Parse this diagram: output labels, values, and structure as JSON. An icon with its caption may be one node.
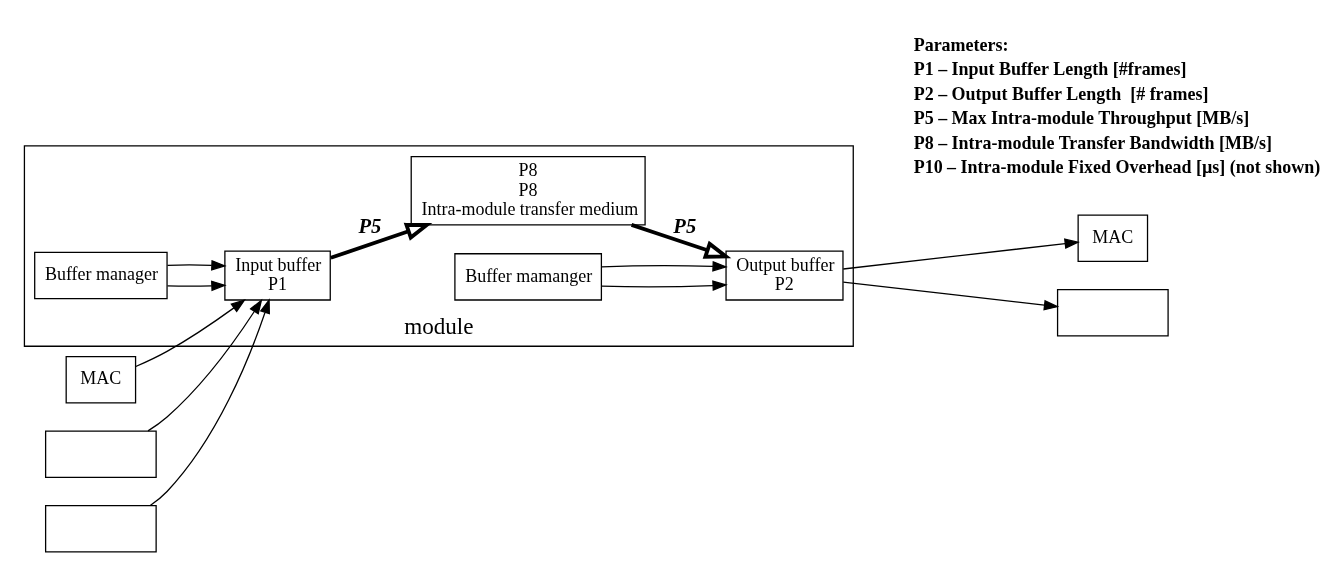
{
  "diagram": {
    "nodes": [
      {
        "text": [
          "module"
        ]
      },
      {
        "text": [
          "Input buffer",
          "P1"
        ],
        "in": 0
      },
      {
        "text": [
          "Buffer manager"
        ],
        "in": 0
      },
      {
        "text": [
          "P8",
          "P8",
          "Intra-module transfer medium"
        ],
        "in": 0
      },
      {
        "text": [
          "Buffer mamanger"
        ],
        "in": 0
      },
      {
        "text": [
          "Output buffer",
          "P2"
        ],
        "in": 0
      },
      {
        "text": [
          "MAC"
        ]
      },
      {
        "text": [],
        "shape": "box"
      },
      {
        "text": [],
        "shape": "box"
      },
      {
        "text": [
          "MAC"
        ]
      },
      {
        "text": [],
        "shape": "box"
      }
    ],
    "edges": [
      {
        "from": 6,
        "to": 1,
        "arrow": "to"
      },
      {
        "from": 7,
        "to": 1,
        "arrow": "to"
      },
      {
        "from": 8,
        "to": 1,
        "arrow": "to"
      },
      {
        "from": 2,
        "to": 1,
        "arrow": "to"
      },
      {
        "from": 2,
        "to": 1,
        "arrow": "to"
      },
      {
        "from": 1,
        "to": 3,
        "arrow": "to",
        "label": "P5",
        "style": "thick"
      },
      {
        "from": 3,
        "to": 5,
        "arrow": "to",
        "label": "P5",
        "style": "thick"
      },
      {
        "from": 4,
        "to": 5,
        "arrow": "to"
      },
      {
        "from": 4,
        "to": 5,
        "arrow": "to"
      },
      {
        "from": 5,
        "to": 9,
        "arrow": "to"
      },
      {
        "from": 5,
        "to": 10,
        "arrow": "to"
      }
    ],
    "labels": [
      "Parameters:",
      "P1 – Input Buffer Length [#frames]",
      "P2 – Output Buffer Length  [# frames]",
      "P5 – Max Intra-module Throughput [MB/s]",
      "P8 – Intra-module Transfer Bandwidth [MB/s]",
      "P10 – Intra-module Fixed Overhead [µs] (not shown)"
    ]
  }
}
